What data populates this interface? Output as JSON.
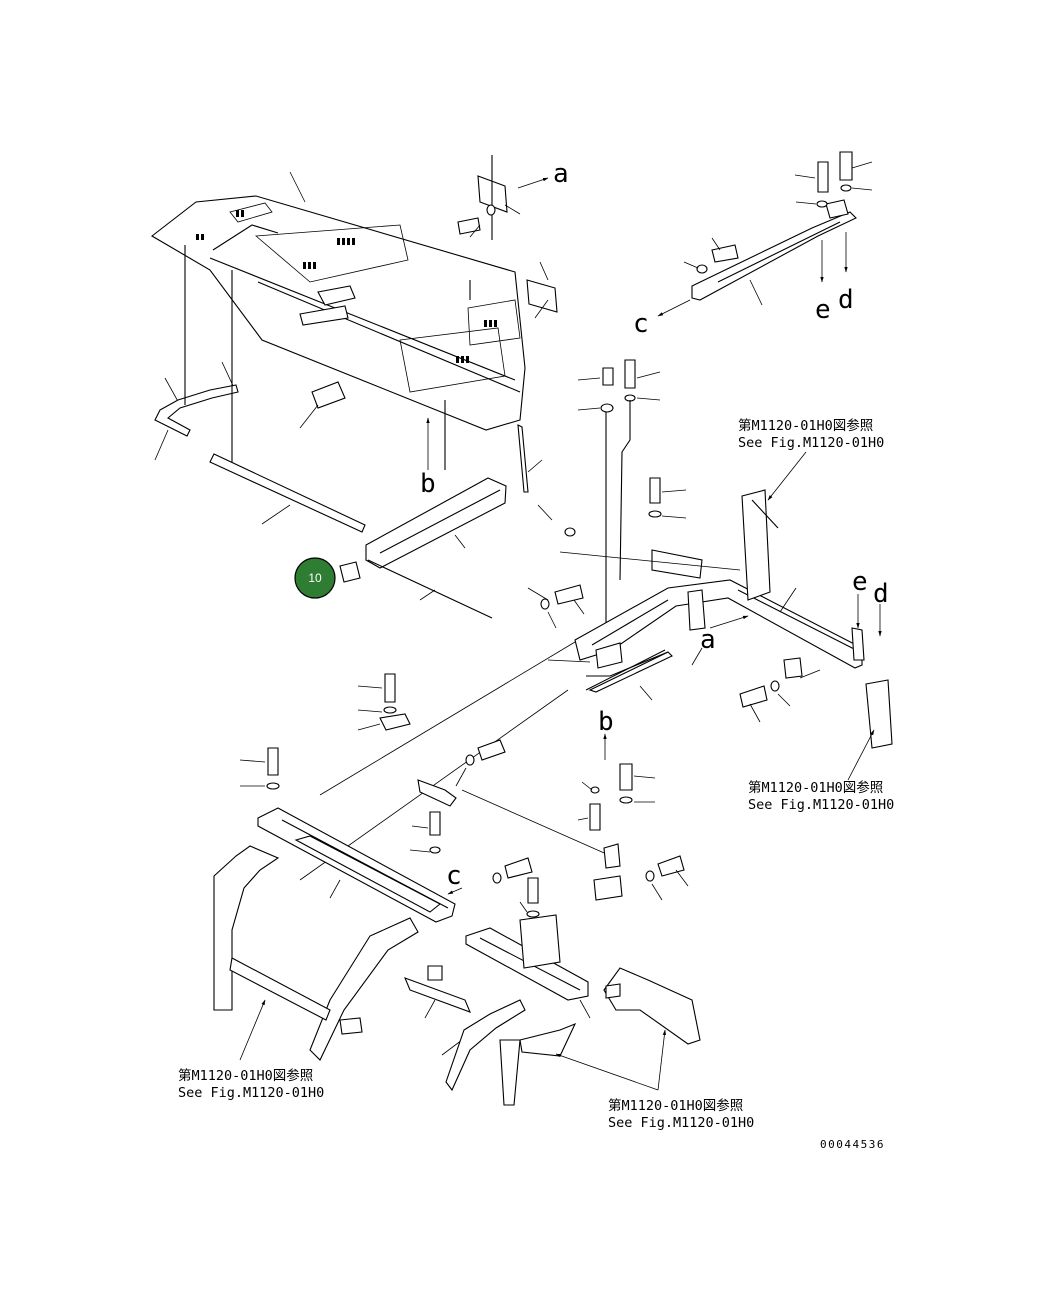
{
  "callout": {
    "number": "10",
    "color": "#2e7d32"
  },
  "arrow_labels": {
    "a_top": "a",
    "a_mid": "a",
    "b_top": "b",
    "b_low": "b",
    "c_top": "c",
    "c_low": "c",
    "d": "d",
    "e": "e",
    "d_right": "d",
    "e_right": "e"
  },
  "references": [
    {
      "jp": "第M1120-01H0図参照",
      "en": "See Fig.M1120-01H0"
    },
    {
      "jp": "第M1120-01H0図参照",
      "en": "See Fig.M1120-01H0"
    },
    {
      "jp": "第M1120-01H0図参照",
      "en": "See Fig.M1120-01H0"
    },
    {
      "jp": "第M1120-01H0図参照",
      "en": "See Fig.M1120-01H0"
    }
  ],
  "drawing_number": "00044536"
}
